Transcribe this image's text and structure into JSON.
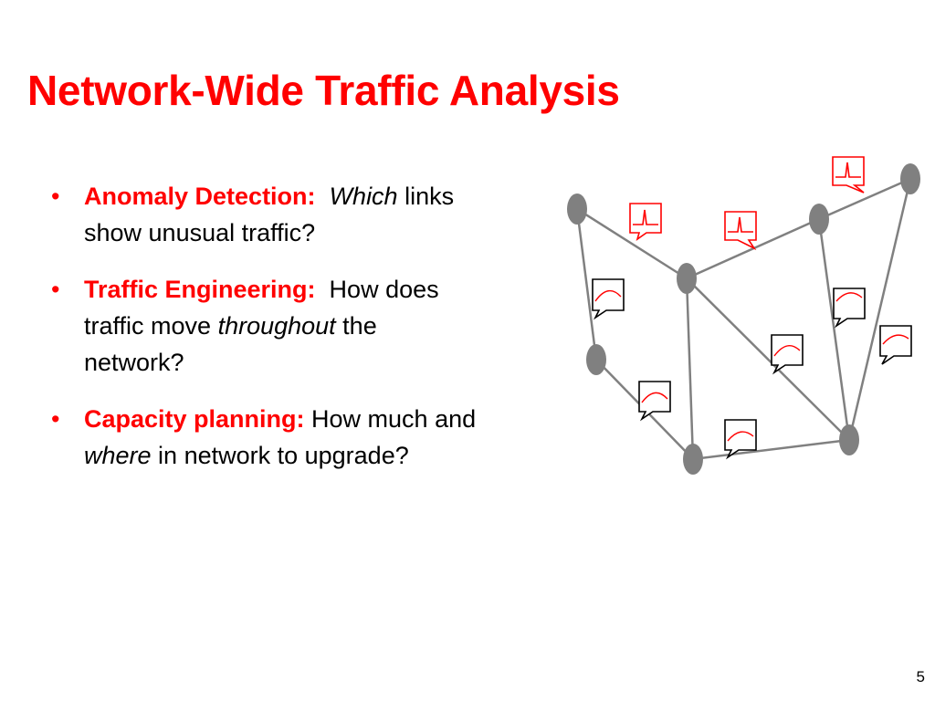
{
  "slide": {
    "title": "Network-Wide Traffic Analysis",
    "page_number": "5",
    "bullets": [
      {
        "label": "Anomaly Detection:",
        "pre": "  ",
        "em": "Which",
        "post": " links show unusual traffic?"
      },
      {
        "label": "Traffic Engineering:",
        "pre": "  How does traffic move ",
        "em": "throughout",
        "post": " the network?"
      },
      {
        "label": "Capacity planning:",
        "pre": " How much and ",
        "em": "where",
        "post": " in network to upgrade?"
      }
    ],
    "bullet_char": "•"
  },
  "colors": {
    "title": "#ff0000",
    "node": "#808080",
    "link": "#808080",
    "callout": "#000000",
    "signal": "#ff0000"
  }
}
